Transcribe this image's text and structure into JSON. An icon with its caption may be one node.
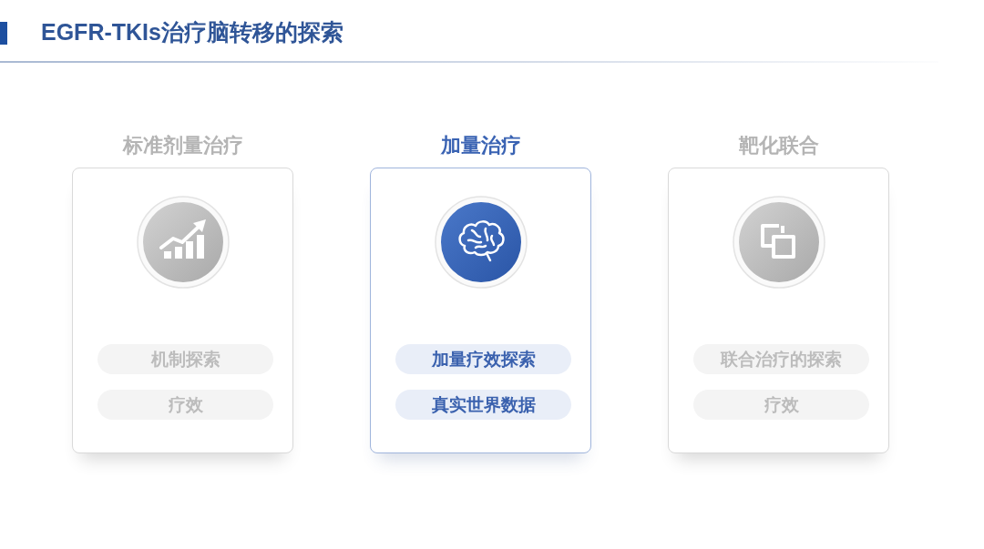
{
  "diagram": {
    "title": "EGFR-TKIs治疗脑转移的探索",
    "nodes": [
      {
        "text": [
          "标准剂量治疗"
        ]
      },
      {
        "text": [
          "机制探索"
        ],
        "in": 0
      },
      {
        "text": [
          "疗效"
        ],
        "in": 0
      },
      {
        "text": [
          "加量治疗"
        ]
      },
      {
        "text": [
          "加量疗效探索"
        ],
        "in": 3
      },
      {
        "text": [
          "真实世界数据"
        ],
        "in": 3
      },
      {
        "text": [
          "靶化联合"
        ]
      },
      {
        "text": [
          "联合治疗的探索"
        ],
        "in": 6
      },
      {
        "text": [
          "疗效"
        ],
        "in": 6
      }
    ]
  }
}
